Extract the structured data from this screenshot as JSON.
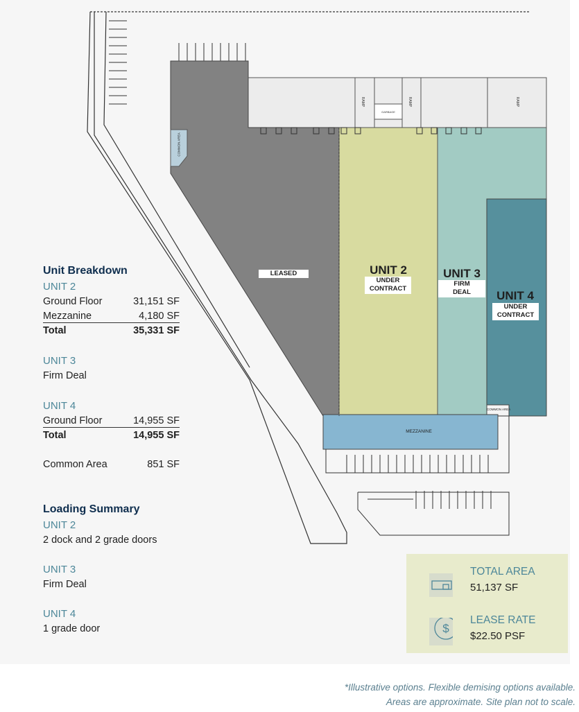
{
  "breakdown": {
    "title": "Unit Breakdown",
    "unit2": {
      "heading": "UNIT 2",
      "ground_label": "Ground Floor",
      "ground_value": "31,151 SF",
      "mezz_label": "Mezzanine",
      "mezz_value": "4,180 SF",
      "total_label": "Total",
      "total_value": "35,331 SF"
    },
    "unit3": {
      "heading": "UNIT 3",
      "status": "Firm Deal"
    },
    "unit4": {
      "heading": "UNIT 4",
      "ground_label": "Ground Floor",
      "ground_value": "14,955 SF",
      "total_label": "Total",
      "total_value": "14,955 SF"
    },
    "common": {
      "label": "Common Area",
      "value": "851 SF"
    }
  },
  "loading": {
    "title": "Loading Summary",
    "unit2": {
      "heading": "UNIT 2",
      "text": "2 dock and 2 grade doors"
    },
    "unit3": {
      "heading": "UNIT 3",
      "text": "Firm Deal"
    },
    "unit4": {
      "heading": "UNIT 4",
      "text": "1 grade door"
    }
  },
  "plan": {
    "leased": "LEASED",
    "unit2_title": "UNIT 2",
    "unit2_status_1": "UNDER",
    "unit2_status_2": "CONTRACT",
    "unit3_title": "UNIT 3",
    "unit3_status_1": "FIRM",
    "unit3_status_2": "DEAL",
    "unit4_title": "UNIT 4",
    "unit4_status_1": "UNDER",
    "unit4_status_2": "CONTRACT",
    "mezzanine": "MEZZANINE",
    "common_area": "COMMON AREA",
    "ramp": "RAMP",
    "garbage": "GARBAGE",
    "colors": {
      "leased": "#828282",
      "unit2": "#d8dba0",
      "unit3": "#a2cbc3",
      "unit4": "#56909d",
      "mezzanine": "#87b6d1",
      "common": "#b9d0dc"
    }
  },
  "info": {
    "area_label": "TOTAL AREA",
    "area_value": "51,137 SF",
    "area_icon": "floorplan-icon",
    "rate_label": "LEASE RATE",
    "rate_value": "$22.50 PSF",
    "rate_icon": "dollar-circle-icon"
  },
  "footnote": {
    "line1": "*Illustrative options. Flexible demising options available.",
    "line2": "Areas are approximate. Site plan not to scale."
  }
}
